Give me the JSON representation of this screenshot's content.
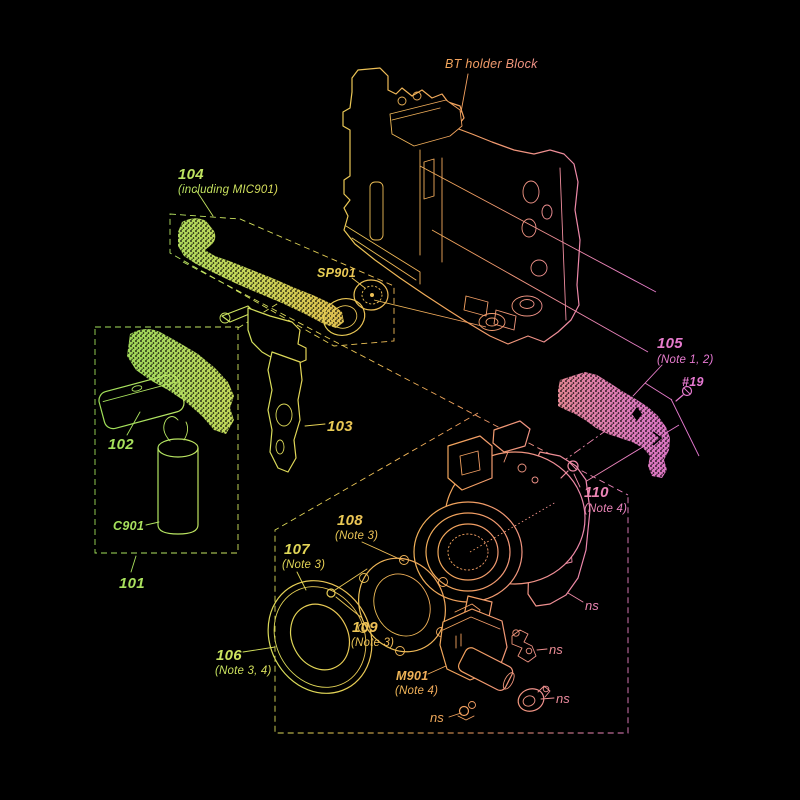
{
  "figure": {
    "kind": "exploded-parts-diagram",
    "subject": "camera front / lens / grip assembly"
  },
  "colors": {
    "background": "#000000",
    "green": "#aee260",
    "yellow_green": "#d6e45c",
    "yellow": "#ecd44e",
    "orange": "#f2a85a",
    "salmon": "#ef8f92",
    "pink": "#e984c2",
    "magenta": "#e274d4"
  },
  "labels": {
    "bt_holder": {
      "text": "BT holder Block"
    },
    "p104": {
      "num": "104",
      "note": "(including MIC901)"
    },
    "sp901": {
      "text": "SP901"
    },
    "p103": {
      "num": "103"
    },
    "p102": {
      "num": "102"
    },
    "c901": {
      "text": "C901"
    },
    "p101": {
      "num": "101"
    },
    "p105": {
      "num": "105",
      "note": "(Note 1, 2)"
    },
    "s19": {
      "text": "#19"
    },
    "p110": {
      "num": "110",
      "note": "(Note 4)"
    },
    "p107": {
      "num": "107",
      "note": "(Note 3)"
    },
    "p108": {
      "num": "108",
      "note": "(Note 3)"
    },
    "p109": {
      "num": "109",
      "note": "(Note 3)"
    },
    "p106": {
      "num": "106",
      "note": "(Note 3, 4)"
    },
    "m901": {
      "text": "M901",
      "note": "(Note 4)"
    },
    "ns1": {
      "text": "ns"
    },
    "ns2": {
      "text": "ns"
    },
    "ns3": {
      "text": "ns"
    },
    "ns4": {
      "text": "ns"
    }
  }
}
